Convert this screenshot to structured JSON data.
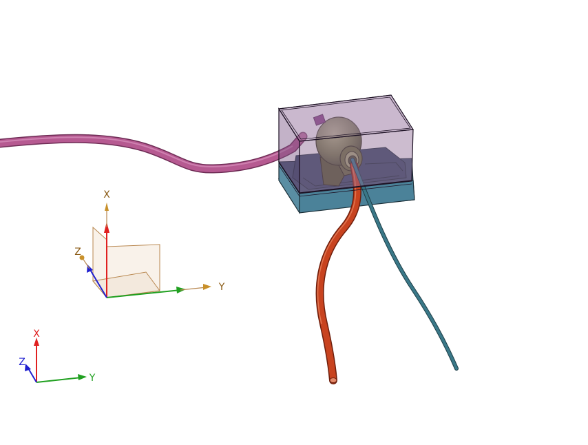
{
  "viewport": {
    "background": "#ffffff",
    "colors": {
      "magenta_cable": "#a3477d",
      "orange_cable": "#c8431f",
      "teal_cable": "#2f6a7a",
      "lid": "#8f6a95",
      "base": "#4d7f94",
      "component": "#737a4f",
      "triad_x": "#e02020",
      "triad_y": "#20a020",
      "triad_z": "#2020d0",
      "triad_label_brown": "#8a5a14"
    }
  },
  "model_triad": {
    "x_label": "X",
    "y_label": "Y",
    "z_label": "Z"
  },
  "view_triad": {
    "x_label": "X",
    "y_label": "Y",
    "z_label": "Z"
  }
}
